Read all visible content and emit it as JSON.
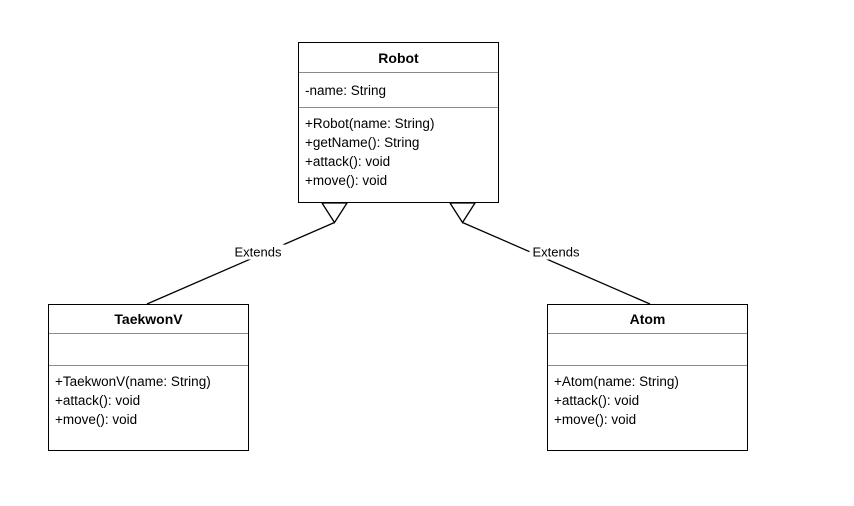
{
  "diagram": {
    "type": "uml-class-diagram",
    "background_color": "#ffffff",
    "shape_stroke_color": "#000000",
    "shape_fill_color": "#ffffff",
    "divider_color": "#8a8a8a",
    "text_color": "#000000"
  },
  "classes": {
    "robot": {
      "title": "Robot",
      "attributes": [
        "-name: String"
      ],
      "methods": [
        "+Robot(name: String)",
        "+getName(): String",
        "+attack(): void",
        "+move(): void"
      ]
    },
    "taekwonv": {
      "title": "TaekwonV",
      "attributes": [],
      "methods": [
        "+TaekwonV(name: String)",
        "+attack(): void",
        "+move(): void"
      ]
    },
    "atom": {
      "title": "Atom",
      "attributes": [],
      "methods": [
        "+Atom(name: String)",
        "+attack(): void",
        "+move(): void"
      ]
    }
  },
  "relationships": {
    "taekwonv_extends_robot": {
      "label": "Extends",
      "from": "TaekwonV",
      "to": "Robot",
      "kind": "generalization"
    },
    "atom_extends_robot": {
      "label": "Extends",
      "from": "Atom",
      "to": "Robot",
      "kind": "generalization"
    }
  }
}
